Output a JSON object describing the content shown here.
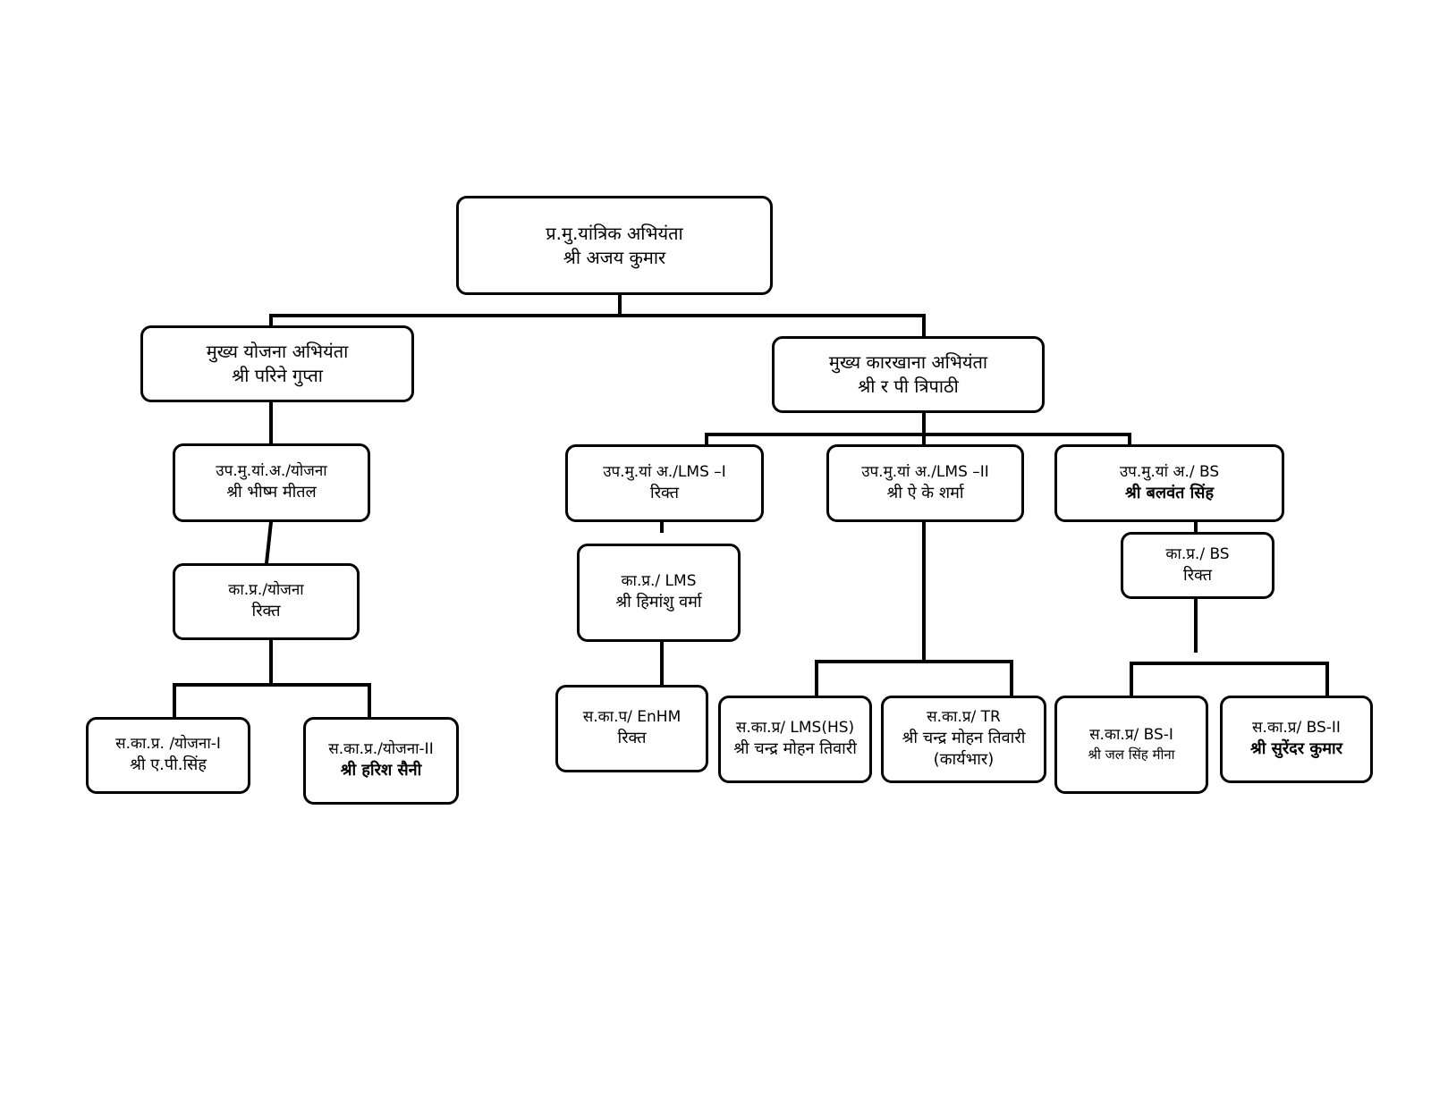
{
  "org_chart": {
    "root": {
      "title": "प्र.मु.यांत्रिक अभियंता",
      "name": "श्री अजय कुमार"
    },
    "cpe": {
      "title": "मुख्य योजना अभियंता",
      "name": "श्री परिने गुप्ता"
    },
    "cwe": {
      "title": "मुख्य कारखाना अभियंता",
      "name": "श्री र पी त्रिपाठी"
    },
    "dyplan": {
      "title": "उप.मु.यां.अ./योजना",
      "name": "श्री भीष्म मीतल"
    },
    "wmplan": {
      "title": "का.प्र./योजना",
      "name": "रिक्त"
    },
    "aplan1": {
      "title": "स.का.प्र. /योजना-I",
      "name": "श्री ए.पी.सिंह"
    },
    "aplan2": {
      "title": "स.का.प्र./योजना-II",
      "name": "श्री हरिश सैनी"
    },
    "dylms1": {
      "title": "उप.मु.यां अ./LMS –I",
      "name": "रिक्त"
    },
    "wmlms": {
      "title": "का.प्र./ LMS",
      "name": "श्री हिमांशु वर्मा"
    },
    "aenhm": {
      "title": "स.का.प/ EnHM",
      "name": "रिक्त"
    },
    "dylms2": {
      "title": "उप.मु.यां अ./LMS –II",
      "name": "श्री ऐ के शर्मा"
    },
    "almshs": {
      "title": "स.का.प्र/ LMS(HS)",
      "name": "श्री चन्द्र मोहन तिवारी"
    },
    "atr": {
      "title": "स.का.प्र/ TR",
      "name": "श्री चन्द्र मोहन तिवारी (कार्यभार)"
    },
    "dybs": {
      "title": "उप.मु.यां अ./ BS",
      "name": "श्री बलवंत सिंह"
    },
    "wmbs": {
      "title": "का.प्र./ BS",
      "name": "रिक्त"
    },
    "abs1": {
      "title": "स.का.प्र/ BS-I",
      "name": "श्री जल सिंह मीना"
    },
    "abs2": {
      "title": "स.का.प्र/ BS-II",
      "name": "श्री सुरेंदर कुमार"
    }
  }
}
